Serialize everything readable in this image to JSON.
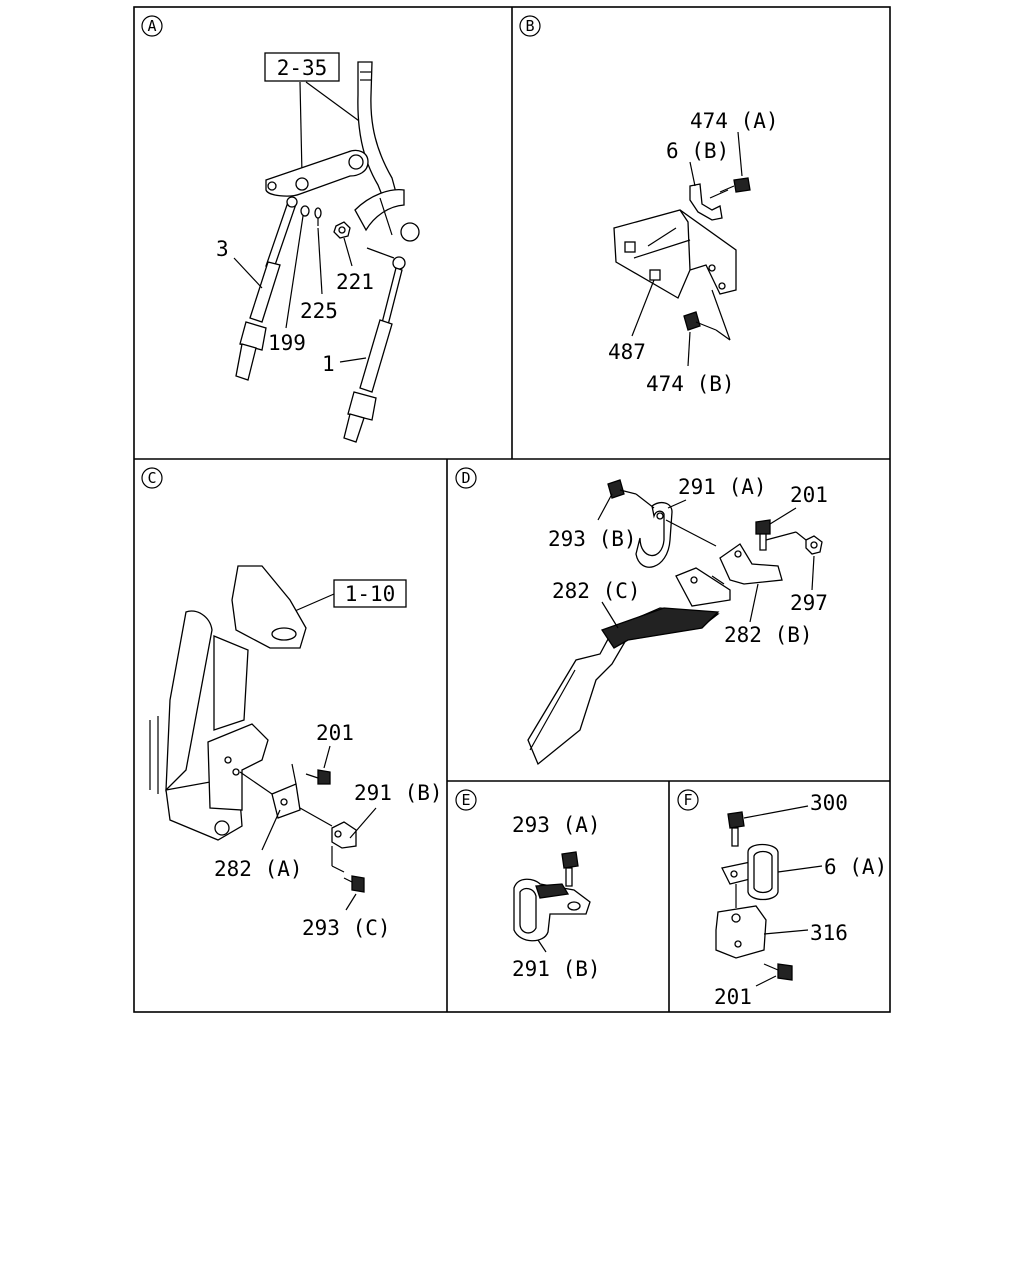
{
  "panels": {
    "A": {
      "marker": "A",
      "ref_box": "2-35",
      "labels": {
        "p3": "3",
        "p225": "225",
        "p221": "221",
        "p199": "199",
        "p1": "1"
      }
    },
    "B": {
      "marker": "B",
      "labels": {
        "p474a": "474 (A)",
        "p6b": "6 (B)",
        "p487": "487",
        "p474b": "474 (B)"
      }
    },
    "C": {
      "marker": "C",
      "ref_box": "1-10",
      "labels": {
        "p201": "201",
        "p291b": "291 (B)",
        "p282a": "282 (A)",
        "p293c": "293 (C)"
      }
    },
    "D": {
      "marker": "D",
      "labels": {
        "p291a": "291 (A)",
        "p201": "201",
        "p293b": "293 (B)",
        "p282c": "282 (C)",
        "p297": "297",
        "p282b": "282 (B)"
      }
    },
    "E": {
      "marker": "E",
      "labels": {
        "p293a": "293 (A)",
        "p291b": "291 (B)"
      }
    },
    "F": {
      "marker": "F",
      "labels": {
        "p300": "300",
        "p6a": "6 (A)",
        "p316": "316",
        "p201": "201"
      }
    }
  }
}
